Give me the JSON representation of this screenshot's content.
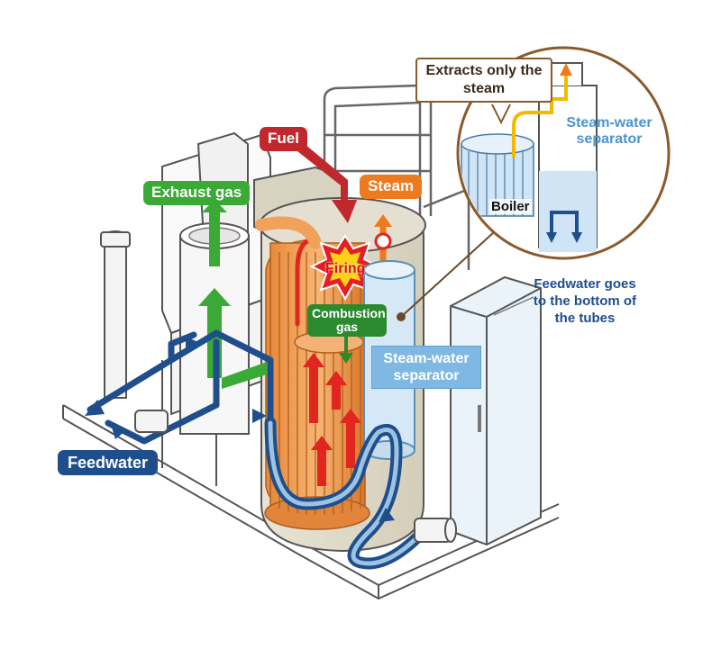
{
  "labels": {
    "exhaust_gas": "Exhaust gas",
    "fuel": "Fuel",
    "steam": "Steam",
    "firing": "Firing",
    "combustion_gas": "Combustion gas",
    "steam_water_separator_main": "Steam-water separator",
    "feedwater": "Feedwater",
    "callout": "Extracts only the steam",
    "inset_separator": "Steam-water separator",
    "inset_boiler": "Boiler",
    "feedwater_note": "Feedwater goes to the bottom of the tubes"
  },
  "colors": {
    "feedwater": "#1f4e8c",
    "steam": "#ee7a1f",
    "fuel": "#c0282d",
    "exhaust": "#3aa935",
    "combustion": "#2c8a2e",
    "tubes": "#f0a15a",
    "separator": "#cfe4f4",
    "callout_border": "#8a5a2b"
  }
}
